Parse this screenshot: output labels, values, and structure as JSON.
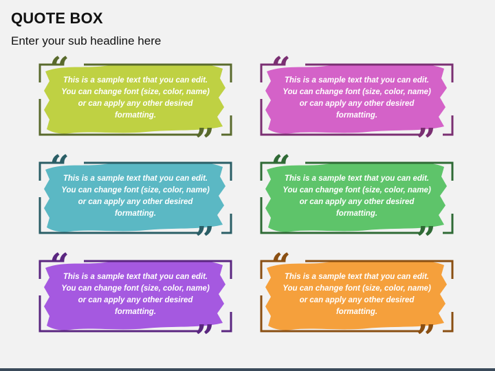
{
  "header": {
    "title": "QUOTE BOX",
    "subtitle": "Enter your sub headline here"
  },
  "boxes": [
    {
      "fill": "#bfd143",
      "frame": "#596a2c",
      "quote_color": "#596a2c",
      "text": "This is a sample text that you can edit. You can change font (size, color, name) or can apply any other desired formatting."
    },
    {
      "fill": "#d462c8",
      "frame": "#7a2f72",
      "quote_color": "#7a2f72",
      "text": "This is a sample text that you can edit. You can change font (size, color, name) or can apply any other desired formatting."
    },
    {
      "fill": "#5bb8c4",
      "frame": "#2a5e66",
      "quote_color": "#2a5e66",
      "text": "This is a sample text that you can edit. You can change font (size, color, name) or can apply any other desired formatting."
    },
    {
      "fill": "#5ec46a",
      "frame": "#2f6a35",
      "quote_color": "#2f6a35",
      "text": "This is a sample text that you can edit. You can change font (size, color, name) or can apply any other desired formatting."
    },
    {
      "fill": "#a559e0",
      "frame": "#5a2680",
      "quote_color": "#5a2680",
      "text": "This is a sample text that you can edit. You can change font (size, color, name) or can apply any other desired formatting."
    },
    {
      "fill": "#f5a03c",
      "frame": "#8a4f12",
      "quote_color": "#8a4f12",
      "text": "This is a sample text that you can edit. You can change font (size, color, name) or can apply any other desired formatting."
    }
  ],
  "quote_open": "“",
  "quote_close": "”"
}
